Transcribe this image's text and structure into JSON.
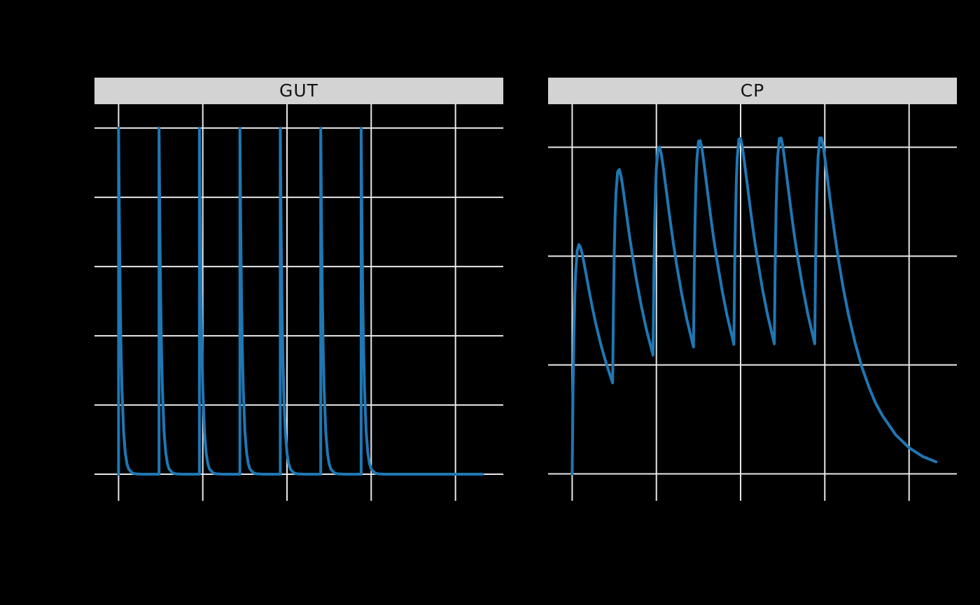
{
  "chart_data": {
    "type": "line",
    "title": "",
    "legend": "none",
    "background": "#000000",
    "panel_background": "#000000",
    "grid_color": "#e8e8e8",
    "tick_color": "#e8e8e8",
    "line_color": "#1f77b4",
    "strip_background": "#d3d3d3",
    "strip_text_color": "#141414",
    "grid_on": true,
    "facets": [
      {
        "title": "GUT",
        "x_range": [
          -14.3,
          228.4
        ],
        "y_range": [
          -5.45,
          106.9
        ],
        "x_gridlines": [
          0,
          50,
          100,
          150,
          200
        ],
        "y_gridlines": [
          0,
          20,
          40,
          60,
          80,
          100
        ],
        "series": [
          {
            "name": "GUT",
            "points": [
              [
                0,
                0
              ],
              [
                0,
                100
              ],
              [
                0.5,
                70.5
              ],
              [
                1,
                49.7
              ],
              [
                1.5,
                35
              ],
              [
                2,
                24.7
              ],
              [
                3,
                12.2
              ],
              [
                4,
                6.1
              ],
              [
                5,
                3
              ],
              [
                6,
                1.5
              ],
              [
                8,
                0.4
              ],
              [
                10,
                0.1
              ],
              [
                14,
                0
              ],
              [
                24,
                0
              ],
              [
                24,
                100
              ],
              [
                24.5,
                70.5
              ],
              [
                25,
                49.7
              ],
              [
                25.5,
                35
              ],
              [
                26,
                24.7
              ],
              [
                27,
                12.2
              ],
              [
                28,
                6.1
              ],
              [
                29,
                3
              ],
              [
                30,
                1.5
              ],
              [
                32,
                0.4
              ],
              [
                34,
                0.1
              ],
              [
                38,
                0
              ],
              [
                48,
                0
              ],
              [
                48,
                100
              ],
              [
                48.5,
                70.5
              ],
              [
                49,
                49.7
              ],
              [
                49.5,
                35
              ],
              [
                50,
                24.7
              ],
              [
                51,
                12.2
              ],
              [
                52,
                6.1
              ],
              [
                53,
                3
              ],
              [
                54,
                1.5
              ],
              [
                56,
                0.4
              ],
              [
                58,
                0.1
              ],
              [
                62,
                0
              ],
              [
                72,
                0
              ],
              [
                72,
                100
              ],
              [
                72.5,
                70.5
              ],
              [
                73,
                49.7
              ],
              [
                73.5,
                35
              ],
              [
                74,
                24.7
              ],
              [
                75,
                12.2
              ],
              [
                76,
                6.1
              ],
              [
                77,
                3
              ],
              [
                78,
                1.5
              ],
              [
                80,
                0.4
              ],
              [
                82,
                0.1
              ],
              [
                86,
                0
              ],
              [
                96,
                0
              ],
              [
                96,
                100
              ],
              [
                96.5,
                70.5
              ],
              [
                97,
                49.7
              ],
              [
                97.5,
                35
              ],
              [
                98,
                24.7
              ],
              [
                99,
                12.2
              ],
              [
                100,
                6.1
              ],
              [
                101,
                3
              ],
              [
                102,
                1.5
              ],
              [
                104,
                0.4
              ],
              [
                106,
                0.1
              ],
              [
                110,
                0
              ],
              [
                120,
                0
              ],
              [
                120,
                100
              ],
              [
                120.5,
                70.5
              ],
              [
                121,
                49.7
              ],
              [
                121.5,
                35
              ],
              [
                122,
                24.7
              ],
              [
                123,
                12.2
              ],
              [
                124,
                6.1
              ],
              [
                125,
                3
              ],
              [
                126,
                1.5
              ],
              [
                128,
                0.4
              ],
              [
                130,
                0.1
              ],
              [
                134,
                0
              ],
              [
                144,
                0
              ],
              [
                144,
                100
              ],
              [
                144.5,
                70.5
              ],
              [
                145,
                49.7
              ],
              [
                145.5,
                35
              ],
              [
                146,
                24.7
              ],
              [
                147,
                12.2
              ],
              [
                148,
                6.1
              ],
              [
                149,
                3
              ],
              [
                150,
                1.5
              ],
              [
                152,
                0.4
              ],
              [
                154,
                0.1
              ],
              [
                158,
                0
              ],
              [
                216,
                0
              ]
            ]
          }
        ]
      },
      {
        "title": "CP",
        "x_range": [
          -14.3,
          228.4
        ],
        "y_range": [
          -0.353,
          6.79
        ],
        "x_gridlines": [
          0,
          50,
          100,
          150,
          200
        ],
        "y_gridlines": [
          0,
          2,
          4,
          6
        ],
        "series": [
          {
            "name": "CP",
            "points": [
              [
                0,
                0
              ],
              [
                0.5,
                1.5
              ],
              [
                1,
                2.53
              ],
              [
                1.5,
                3.21
              ],
              [
                2,
                3.66
              ],
              [
                3,
                4.1
              ],
              [
                4,
                4.21
              ],
              [
                5,
                4.16
              ],
              [
                6,
                4.04
              ],
              [
                8,
                3.71
              ],
              [
                10,
                3.37
              ],
              [
                12,
                3.05
              ],
              [
                14,
                2.76
              ],
              [
                17,
                2.38
              ],
              [
                20,
                2.05
              ],
              [
                24,
                1.67
              ],
              [
                24.5,
                3.14
              ],
              [
                25,
                4.12
              ],
              [
                25.5,
                4.77
              ],
              [
                26,
                5.17
              ],
              [
                27,
                5.55
              ],
              [
                28,
                5.59
              ],
              [
                29,
                5.47
              ],
              [
                30,
                5.28
              ],
              [
                32,
                4.83
              ],
              [
                34,
                4.38
              ],
              [
                36,
                3.97
              ],
              [
                38,
                3.59
              ],
              [
                41,
                3.09
              ],
              [
                44,
                2.66
              ],
              [
                48,
                2.18
              ],
              [
                48.5,
                3.63
              ],
              [
                49,
                4.6
              ],
              [
                49.5,
                5.23
              ],
              [
                50,
                5.63
              ],
              [
                51,
                5.98
              ],
              [
                52,
                6
              ],
              [
                53,
                5.86
              ],
              [
                54,
                5.65
              ],
              [
                56,
                5.17
              ],
              [
                58,
                4.69
              ],
              [
                60,
                4.25
              ],
              [
                62,
                3.84
              ],
              [
                65,
                3.31
              ],
              [
                68,
                2.85
              ],
              [
                72,
                2.33
              ],
              [
                72.5,
                3.78
              ],
              [
                73,
                4.75
              ],
              [
                73.5,
                5.37
              ],
              [
                74,
                5.77
              ],
              [
                75,
                6.11
              ],
              [
                76,
                6.12
              ],
              [
                77,
                5.98
              ],
              [
                78,
                5.76
              ],
              [
                80,
                5.27
              ],
              [
                82,
                4.78
              ],
              [
                84,
                4.33
              ],
              [
                86,
                3.92
              ],
              [
                89,
                3.37
              ],
              [
                92,
                2.9
              ],
              [
                96,
                2.38
              ],
              [
                96.5,
                3.82
              ],
              [
                97,
                4.79
              ],
              [
                97.5,
                5.41
              ],
              [
                98,
                5.81
              ],
              [
                99,
                6.15
              ],
              [
                100,
                6.16
              ],
              [
                101,
                6.02
              ],
              [
                102,
                5.79
              ],
              [
                104,
                5.3
              ],
              [
                106,
                4.81
              ],
              [
                108,
                4.35
              ],
              [
                110,
                3.94
              ],
              [
                113,
                3.39
              ],
              [
                116,
                2.92
              ],
              [
                120,
                2.39
              ],
              [
                120.5,
                3.83
              ],
              [
                121,
                4.8
              ],
              [
                121.5,
                5.42
              ],
              [
                122,
                5.82
              ],
              [
                123,
                6.16
              ],
              [
                124,
                6.17
              ],
              [
                125,
                6.03
              ],
              [
                126,
                5.8
              ],
              [
                128,
                5.31
              ],
              [
                130,
                4.82
              ],
              [
                132,
                4.36
              ],
              [
                134,
                3.95
              ],
              [
                137,
                3.4
              ],
              [
                140,
                2.92
              ],
              [
                144,
                2.39
              ],
              [
                144.5,
                3.84
              ],
              [
                145,
                4.81
              ],
              [
                145.5,
                5.42
              ],
              [
                146,
                5.82
              ],
              [
                147,
                6.17
              ],
              [
                148,
                6.17
              ],
              [
                149,
                6.03
              ],
              [
                150,
                5.81
              ],
              [
                152,
                5.31
              ],
              [
                154,
                4.82
              ],
              [
                156,
                4.37
              ],
              [
                158,
                3.95
              ],
              [
                161,
                3.4
              ],
              [
                164,
                2.93
              ],
              [
                168,
                2.4
              ],
              [
                172,
                1.96
              ],
              [
                176,
                1.61
              ],
              [
                180,
                1.31
              ],
              [
                184,
                1.08
              ],
              [
                192,
                0.72
              ],
              [
                200,
                0.48
              ],
              [
                208,
                0.32
              ],
              [
                216,
                0.22
              ]
            ]
          }
        ]
      }
    ]
  }
}
